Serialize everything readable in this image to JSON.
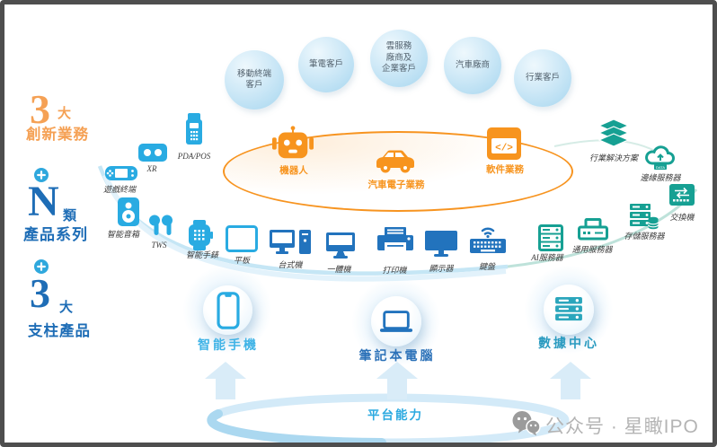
{
  "customers": [
    {
      "label": "移動終端\n客戶"
    },
    {
      "label": "筆電客戶"
    },
    {
      "label": "雲服務\n廠商及\n企業客戶"
    },
    {
      "label": "汽車廠商"
    },
    {
      "label": "行業客戶"
    }
  ],
  "left": {
    "groups": [
      {
        "num": "3",
        "unit": "大",
        "name": "創新業務"
      },
      {
        "num": "N",
        "unit": "類",
        "name": "產品系列"
      },
      {
        "num": "3",
        "unit": "大",
        "name": "支柱產品"
      }
    ]
  },
  "innovation": {
    "items": [
      {
        "label": "機器人"
      },
      {
        "label": "汽車電子業務"
      },
      {
        "label": "軟件業務"
      }
    ]
  },
  "products": [
    {
      "label": "PDA/POS"
    },
    {
      "label": "XR"
    },
    {
      "label": "遊戲終端"
    },
    {
      "label": "智能音箱"
    },
    {
      "label": "TWS"
    },
    {
      "label": "智能手錶"
    },
    {
      "label": "平板"
    },
    {
      "label": "台式機"
    },
    {
      "label": "一體機"
    },
    {
      "label": "打印機"
    },
    {
      "label": "顯示器"
    },
    {
      "label": "鍵盤"
    },
    {
      "label": "AI服務器"
    },
    {
      "label": "通用服務器"
    },
    {
      "label": "存儲服務器"
    },
    {
      "label": "交換機"
    },
    {
      "label": "邊緣服務器"
    },
    {
      "label": "行業解決方案"
    }
  ],
  "pillars": [
    {
      "label": "智能手機"
    },
    {
      "label": "筆記本電腦"
    },
    {
      "label": "數據中心"
    }
  ],
  "platform": {
    "label": "平台能力"
  },
  "watermark": {
    "label": "公众号 · 星瞰IPO"
  },
  "colors": {
    "orange": "#F7941E",
    "cyan": "#29ABE2",
    "blue": "#2273BD",
    "teal": "#16A093",
    "datacenter_teal": "#2BA6BC",
    "left_orange": "#F5A155",
    "left_blue": "#1E6DB6",
    "sphere_blue": "#A6D6EF",
    "arrow_blue": "#D9ECF8"
  }
}
